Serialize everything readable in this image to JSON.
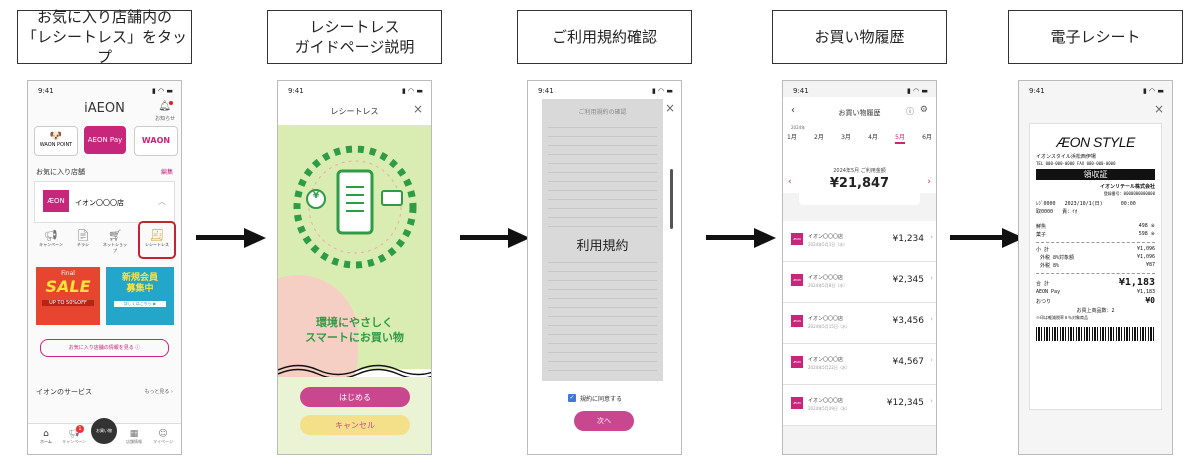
{
  "steps": [
    {
      "title": "お気に入り店舗内の\n「レシートレス」をタップ"
    },
    {
      "title": "レシートレス\nガイドページ説明"
    },
    {
      "title": "ご利用規約確認"
    },
    {
      "title": "お買い物履歴"
    },
    {
      "title": "電子レシート"
    }
  ],
  "status_time": "9:41",
  "app1": {
    "logo": "iAEON",
    "sub_icon_label": "お知らせ",
    "tiles": [
      "WAON POINT",
      "AEON Pay",
      "WAON"
    ],
    "favorites_label": "お気に入り店舗",
    "edit_label": "編集",
    "store_name": "イオン〇〇〇店",
    "store_logo": "ÆON",
    "icons": [
      "キャンペーン",
      "チラシ",
      "ネットショップ",
      "レシートレス"
    ],
    "banner1_top": "Final",
    "banner1_main": "SALE",
    "banner1_sub": "UP TO 50%OFF",
    "banner2_main": "新規会員\n募集中",
    "banner2_sub": "詳しくはこちら ▶",
    "info_button": "お気に入り店舗の情報を見る ⓘ",
    "service_label": "イオンのサービス",
    "more_label": "もっと見る ›",
    "nav": [
      "ホーム",
      "キャンペーン",
      "お買い物",
      "店舗情報",
      "マイページ"
    ],
    "badge": "1"
  },
  "app2": {
    "title": "レシートレス",
    "close": "×",
    "heading": "環境にやさしく\nスマートにお買い物",
    "start_btn": "はじめる",
    "cancel_btn": "キャンセル",
    "yen": "¥"
  },
  "app3": {
    "doc_title": "ご利用規約の確認",
    "overlay_label": "利用規約",
    "agree_label": "規約に同意する",
    "next_btn": "次へ",
    "close": "×"
  },
  "app4": {
    "title": "お買い物履歴",
    "year": "2024年",
    "months": [
      "1月",
      "2月",
      "3月",
      "4月",
      "5月",
      "6月"
    ],
    "active_month": "5月",
    "summary_label": "2024年5月 ご利用金額",
    "summary_amount": "¥21,847",
    "store": "イオン〇〇〇店",
    "items": [
      {
        "date": "2024年5月1日（水）",
        "amount": "¥1,234"
      },
      {
        "date": "2024年5月8日（水）",
        "amount": "¥2,345"
      },
      {
        "date": "2024年5月15日（水）",
        "amount": "¥3,456"
      },
      {
        "date": "2024年5月22日（水）",
        "amount": "¥4,567"
      },
      {
        "date": "2024年5月29日（水）",
        "amount": "¥12,345"
      }
    ]
  },
  "app5": {
    "close": "×",
    "brand": "ÆON STYLE",
    "store": "イオンスタイル浜松西伊場",
    "tel": "TEL 000-000-0000  FAX 000-000-0000",
    "receipt_title": "領収証",
    "company": "イオンリテール株式会社",
    "reg_no": "登録番号：0000000000000",
    "reg_line": "ﾚｼﾞ0000   2023/10/1(日)      00:00",
    "staff_line": "取0000   責：ｲｵ",
    "items": [
      [
        "鮮魚",
        "498 ※"
      ],
      [
        "菓子",
        "598 ※"
      ]
    ],
    "subtotal": [
      "小  計",
      "¥1,096"
    ],
    "tax1": [
      "外税 8%対象額",
      "¥1,096"
    ],
    "tax2": [
      "外税 8%",
      "¥87"
    ],
    "total_label": "合  計",
    "total": "¥1,183",
    "pay": [
      "AEON Pay",
      "¥1,183"
    ],
    "change": [
      "おつり",
      "¥0"
    ],
    "count": "お買上商品数：2",
    "note": "※印は軽減税率８％対象商品"
  }
}
